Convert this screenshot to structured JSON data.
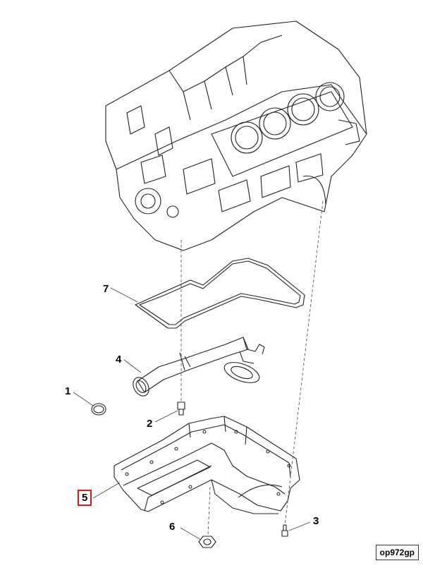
{
  "diagram": {
    "callouts": [
      {
        "id": "1",
        "label": "1",
        "selected": false
      },
      {
        "id": "2",
        "label": "2",
        "selected": false
      },
      {
        "id": "3",
        "label": "3",
        "selected": false
      },
      {
        "id": "4",
        "label": "4",
        "selected": false
      },
      {
        "id": "5",
        "label": "5",
        "selected": true
      },
      {
        "id": "6",
        "label": "6",
        "selected": false
      },
      {
        "id": "7",
        "label": "7",
        "selected": false
      }
    ],
    "reference_code": "op972gp",
    "colors": {
      "line": "#222222",
      "leader": "#444444",
      "highlight": "#e0151b"
    }
  }
}
